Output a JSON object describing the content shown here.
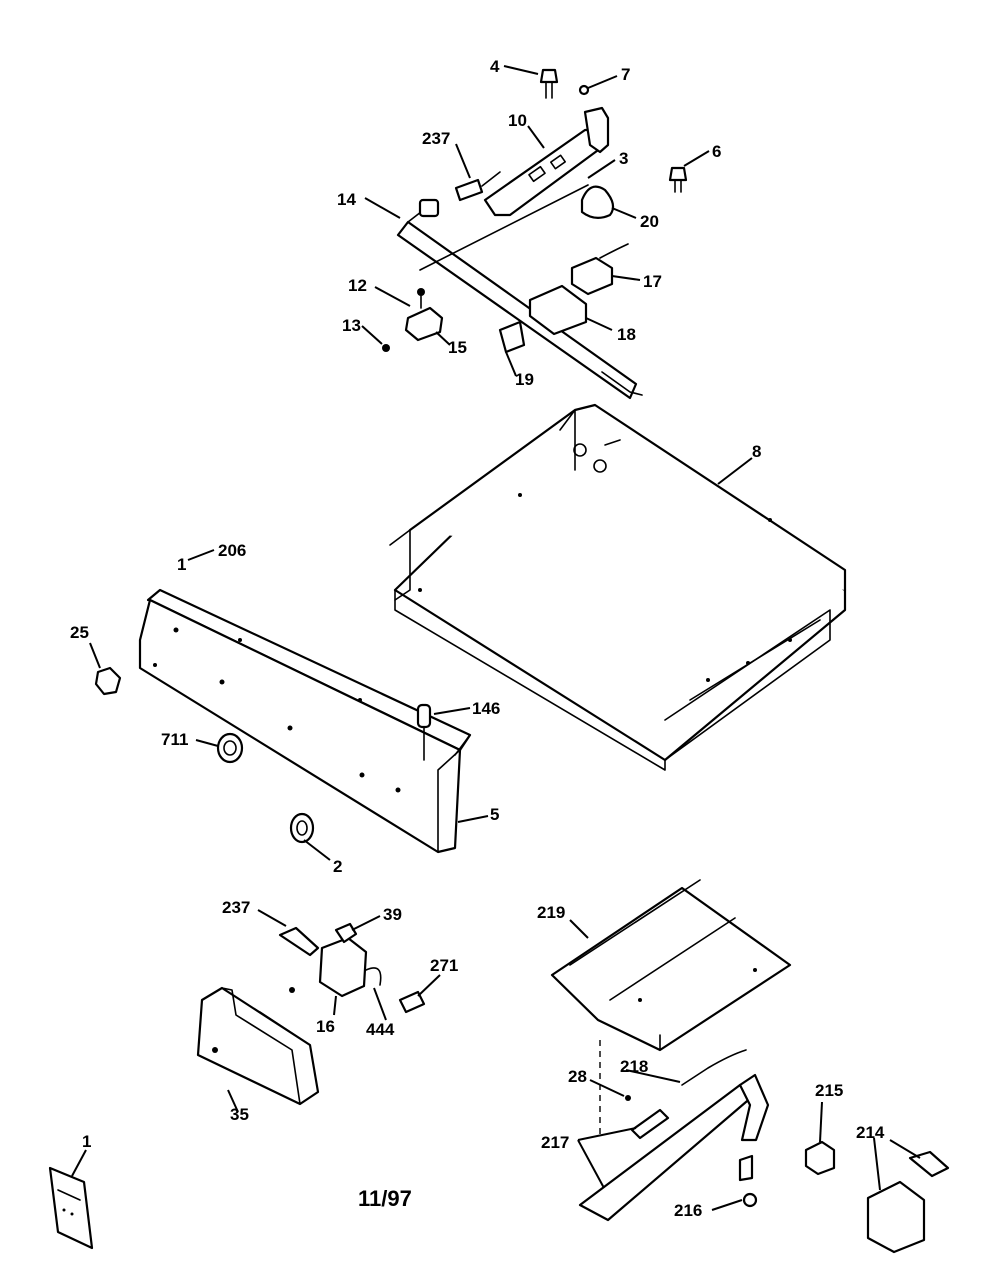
{
  "callouts": {
    "c4": "4",
    "c7": "7",
    "c237a": "237",
    "c10": "10",
    "c3": "3",
    "c6": "6",
    "c14": "14",
    "c20": "20",
    "c17": "17",
    "c12": "12",
    "c18": "18",
    "c13": "13",
    "c15": "15",
    "c19": "19",
    "c8": "8",
    "c1_206": "1",
    "c206": "206",
    "c25": "25",
    "c146": "146",
    "c711": "711",
    "c5": "5",
    "c2": "2",
    "c237b": "237",
    "c39": "39",
    "c271": "271",
    "c16": "16",
    "c444": "444",
    "c35": "35",
    "c219": "219",
    "c218": "218",
    "c28": "28",
    "c215": "215",
    "c217": "217",
    "c214": "214",
    "c216": "216",
    "c1": "1"
  },
  "date_code": "11/97"
}
